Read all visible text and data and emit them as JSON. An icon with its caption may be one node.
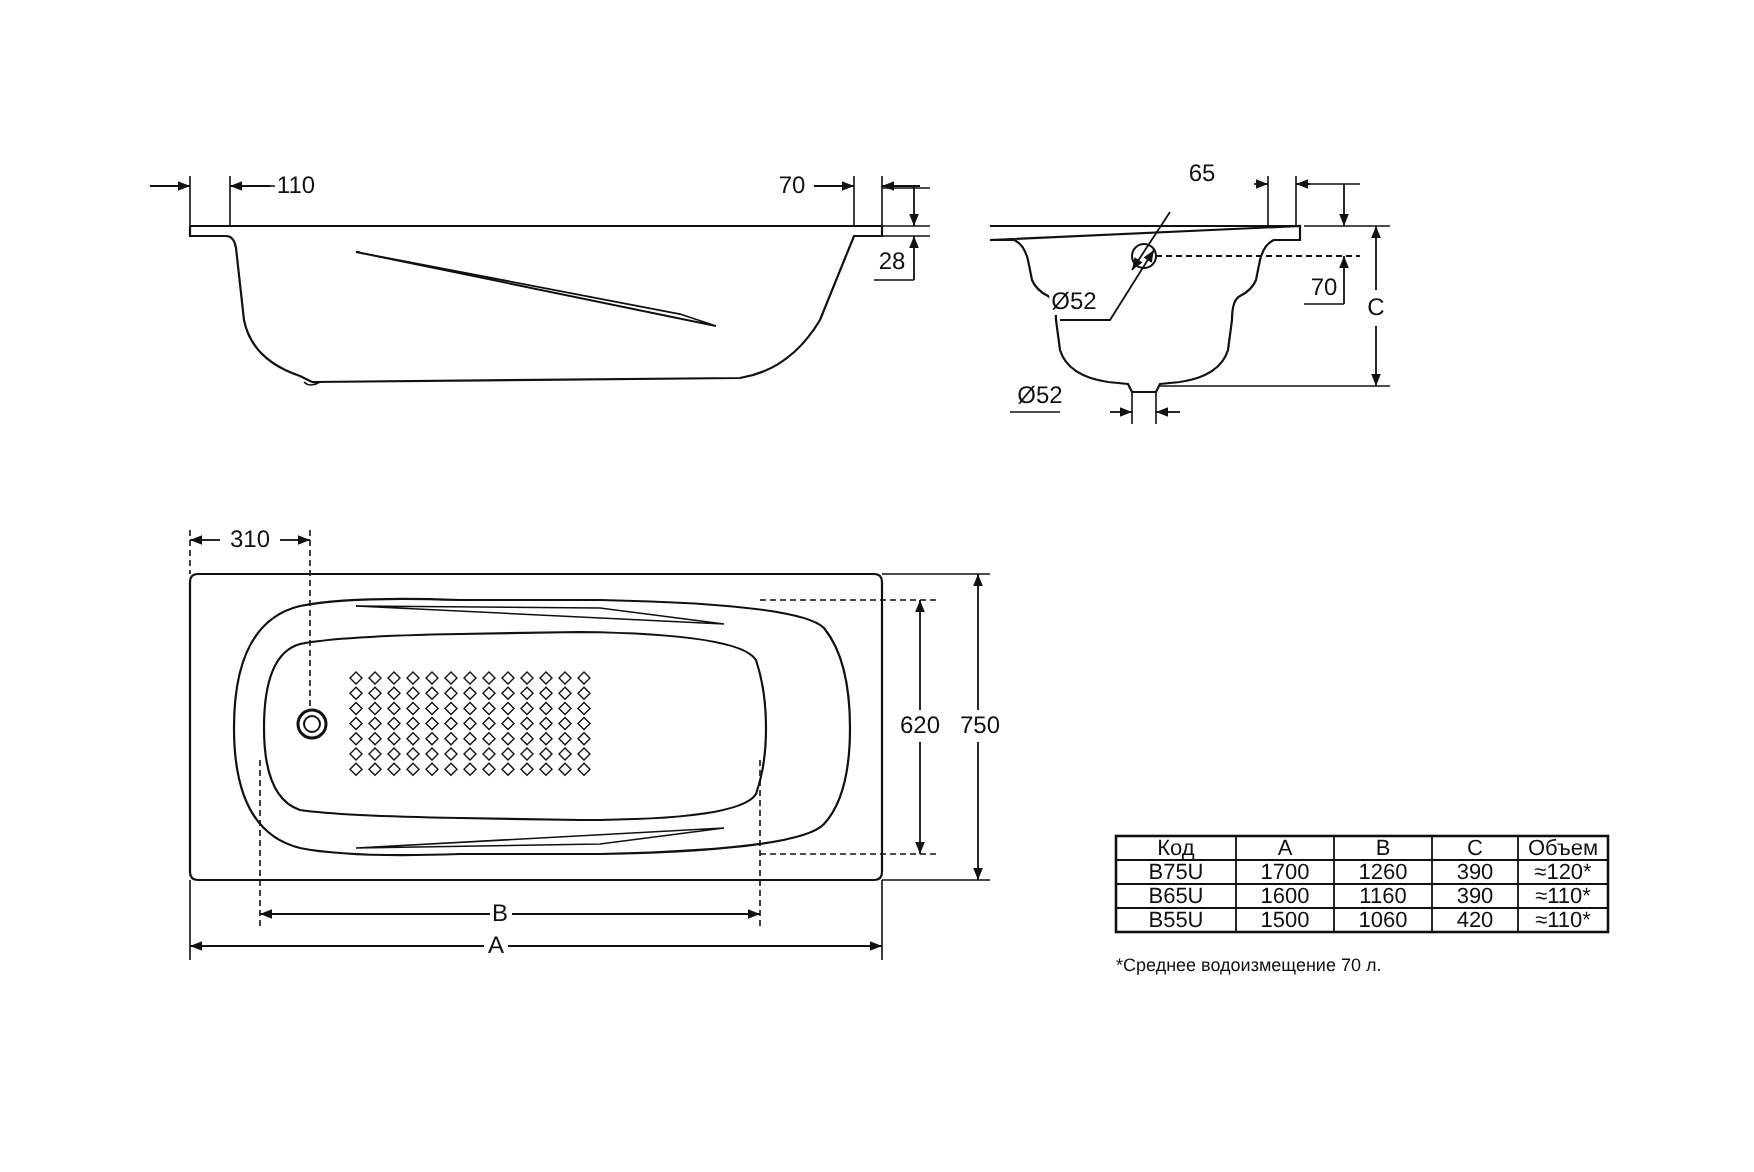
{
  "diagram": {
    "labels": [
      "110",
      "70",
      "28",
      "65",
      "Ø52",
      "70",
      "C",
      "Ø52",
      "310",
      "620",
      "750",
      "B",
      "A",
      "Код",
      "A",
      "B",
      "C",
      "Объем",
      "B75U",
      "1700",
      "1260",
      "390",
      "≈120*",
      "B65U",
      "1600",
      "1160",
      "390",
      "≈110*",
      "B55U",
      "1500",
      "1060",
      "420",
      "≈110*",
      "*Среднее водоизмещение 70 л."
    ]
  }
}
